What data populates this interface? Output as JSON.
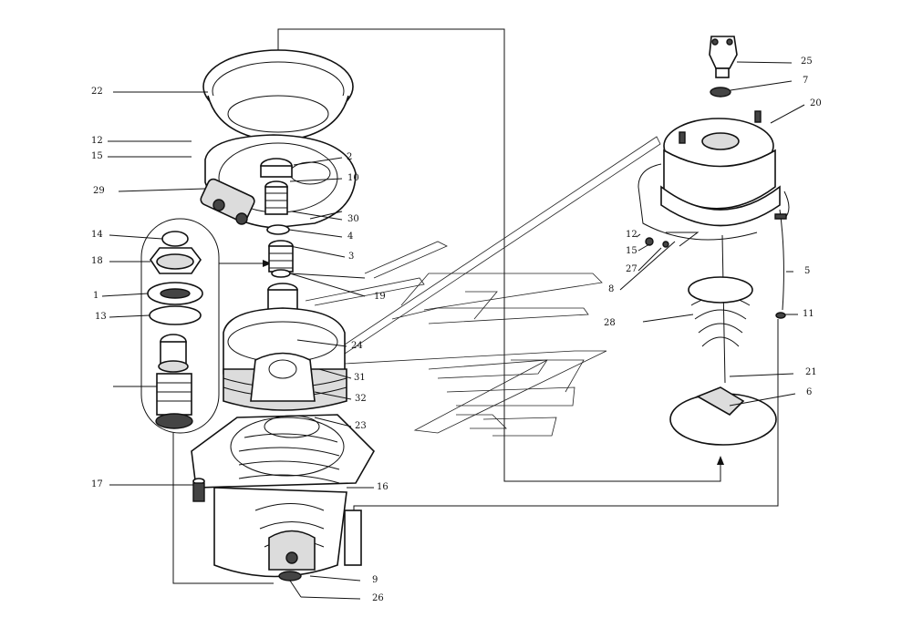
{
  "diagram": {
    "labels": {
      "l22": "22",
      "l12a": "12",
      "l15a": "15",
      "l29": "29",
      "l14": "14",
      "l18": "18",
      "l1": "1",
      "l13": "13",
      "l17": "17",
      "l2": "2",
      "l10": "10",
      "l30": "30",
      "l4": "4",
      "l3": "3",
      "l19": "19",
      "l24": "24",
      "l31": "31",
      "l32": "32",
      "l23": "23",
      "l16": "16",
      "l9": "9",
      "l26": "26",
      "l25": "25",
      "l7": "7",
      "l20": "20",
      "l12b": "12",
      "l15b": "15",
      "l27": "27",
      "l8": "8",
      "l5": "5",
      "l28": "28",
      "l11": "11",
      "l21": "21",
      "l6": "6"
    }
  }
}
